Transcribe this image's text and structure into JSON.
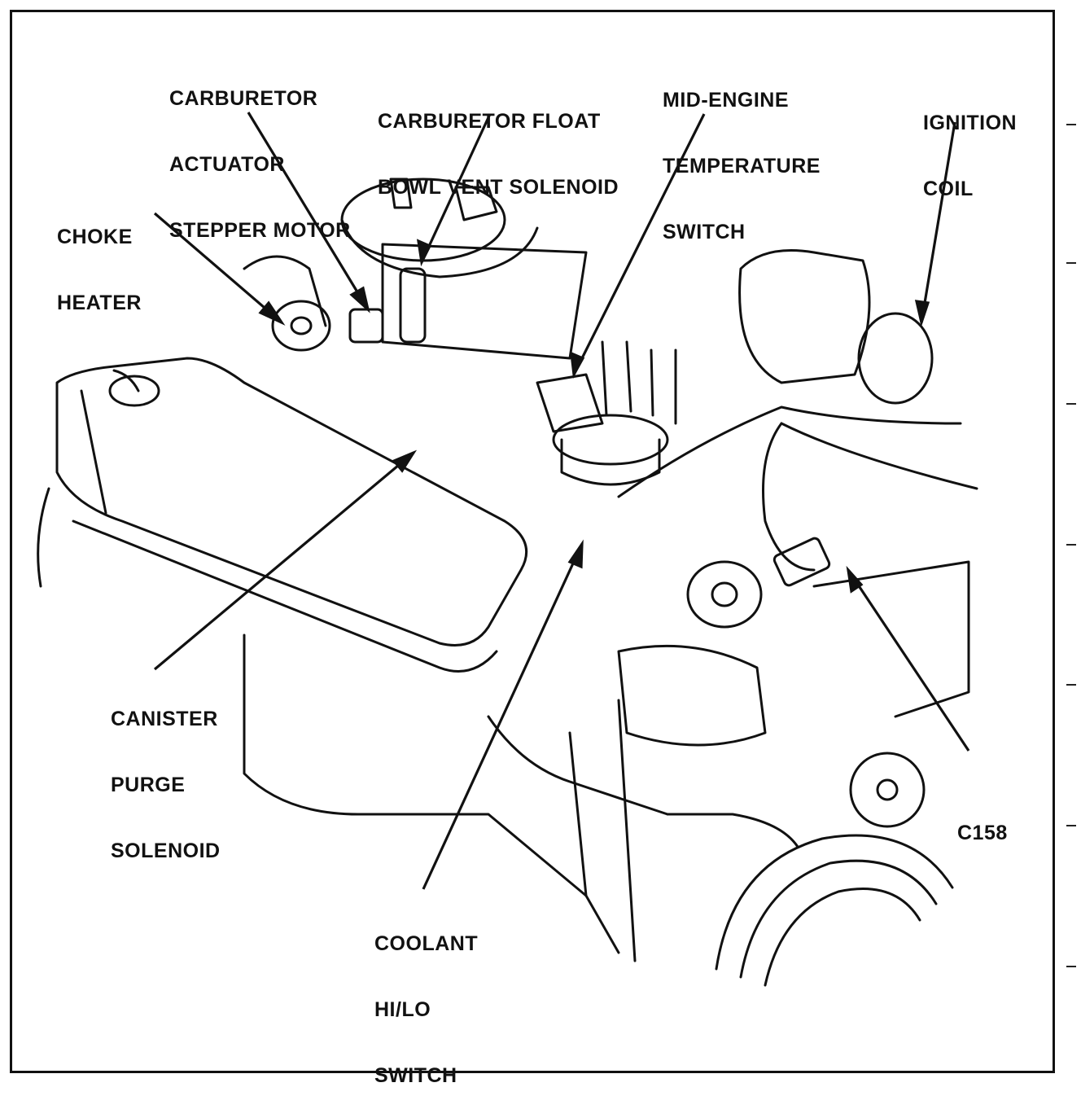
{
  "colors": {
    "ink": "#111111",
    "paper": "#ffffff"
  },
  "labels": {
    "carb_actuator": [
      "CARBURETOR",
      "ACTUATOR",
      "STEPPER MOTOR"
    ],
    "float_bowl": [
      "CARBURETOR FLOAT",
      "BOWL VENT SOLENOID"
    ],
    "mid_engine": [
      "MID-ENGINE",
      "TEMPERATURE",
      "SWITCH"
    ],
    "ignition_coil": [
      "IGNITION",
      "COIL"
    ],
    "choke_heater": [
      "CHOKE",
      "HEATER"
    ],
    "canister_purge": [
      "CANISTER",
      "PURGE",
      "SOLENOID"
    ],
    "coolant_switch": [
      "COOLANT",
      "HI/LO",
      "SWITCH"
    ],
    "c158": [
      "C158"
    ]
  }
}
